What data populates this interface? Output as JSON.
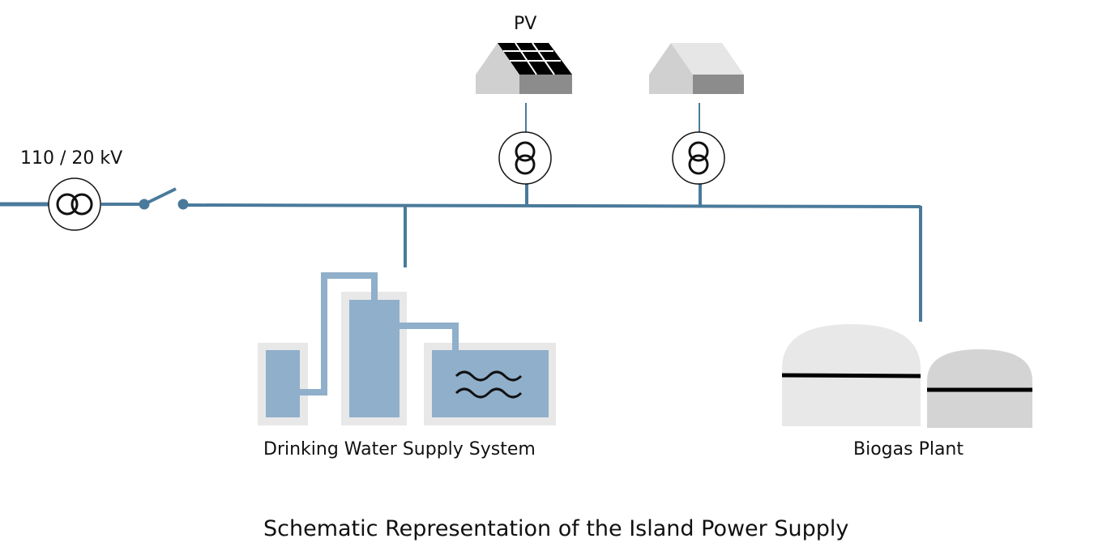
{
  "title": "Schematic Representation of the Island Power Supply",
  "labels": {
    "grid_transformer": "110 / 20 kV",
    "pv": "PV",
    "water": "Drinking Water Supply System",
    "biogas": "Biogas Plant"
  },
  "colors": {
    "line": "#4a7a9b",
    "water_fill": "#8fafca",
    "water_frame": "#e8e8e8",
    "roof_light": "#e6e6e6",
    "house_side": "#d0d0d0",
    "house_front": "#8c8c8c",
    "dome_large": "#e8e8e8",
    "dome_small": "#d4d4d4"
  }
}
